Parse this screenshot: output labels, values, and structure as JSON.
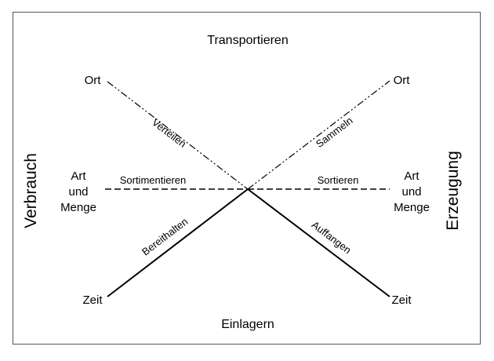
{
  "diagram": {
    "top_label": "Transportieren",
    "bottom_label": "Einlagern",
    "left_side_label": "Verbrauch",
    "right_side_label": "Erzeugung",
    "left_ort": "Ort",
    "right_ort": "Ort",
    "left_art": [
      "Art",
      "und",
      "Menge"
    ],
    "right_art": [
      "Art",
      "und",
      "Menge"
    ],
    "left_zeit": "Zeit",
    "right_zeit": "Zeit",
    "line_verteilen": "Verteilen",
    "line_sammeln": "Sammeln",
    "line_sortimentieren": "Sortimentieren",
    "line_sortieren": "Sortieren",
    "line_bereithalten": "Bereithalten",
    "line_auffangen": "Auffangen"
  },
  "colors": {
    "line": "#000000",
    "border": "#555555",
    "background": "#ffffff"
  }
}
